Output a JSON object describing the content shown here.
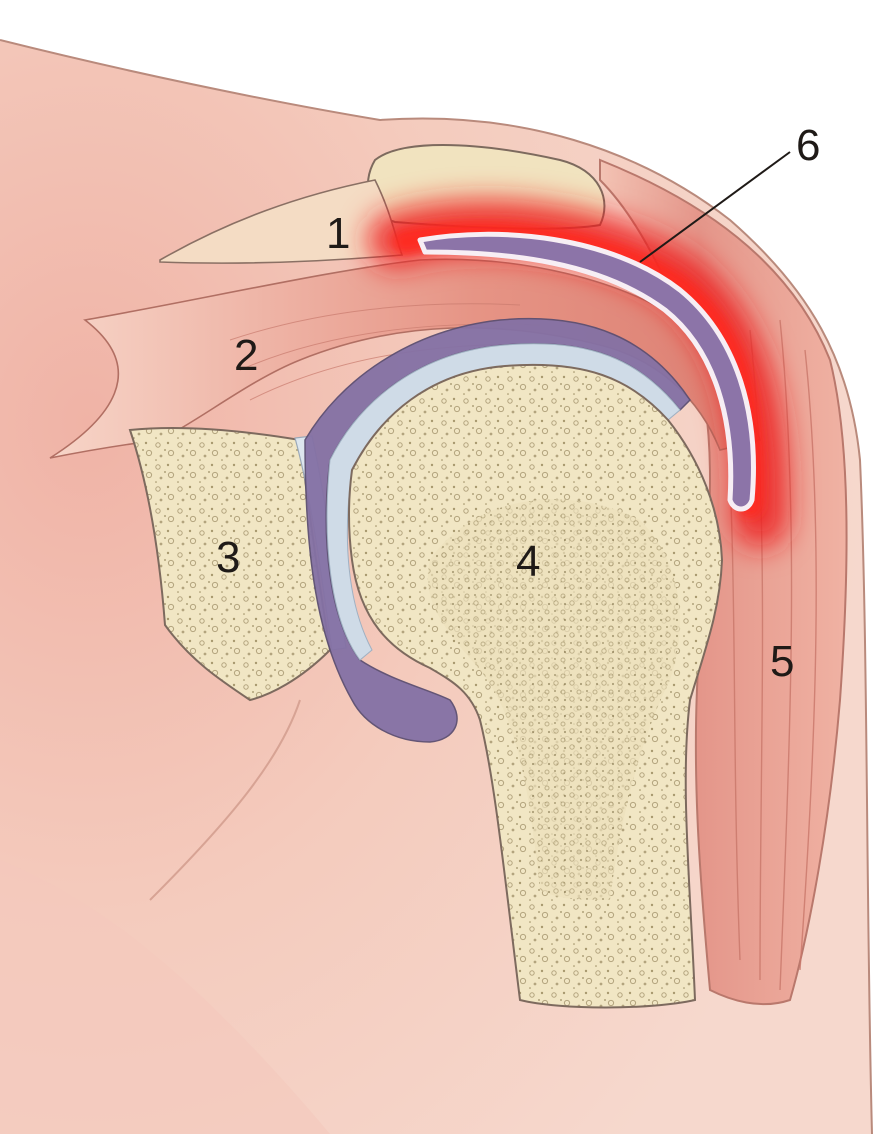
{
  "diagram": {
    "labels": [
      {
        "id": "1",
        "text": "1"
      },
      {
        "id": "2",
        "text": "2"
      },
      {
        "id": "3",
        "text": "3"
      },
      {
        "id": "4",
        "text": "4"
      },
      {
        "id": "5",
        "text": "5"
      },
      {
        "id": "6",
        "text": "6"
      }
    ],
    "colors": {
      "skin": "#f2c4b8",
      "skin_light": "#f7d9cf",
      "bone": "#f1e6c4",
      "bone_dots": "#b9ac84",
      "muscle": "#e08d80",
      "cartilage": "#7f6c9c",
      "cartilage_light": "#d3dde8",
      "inflammation": "#e8232b",
      "outline": "#5a4a44"
    }
  }
}
